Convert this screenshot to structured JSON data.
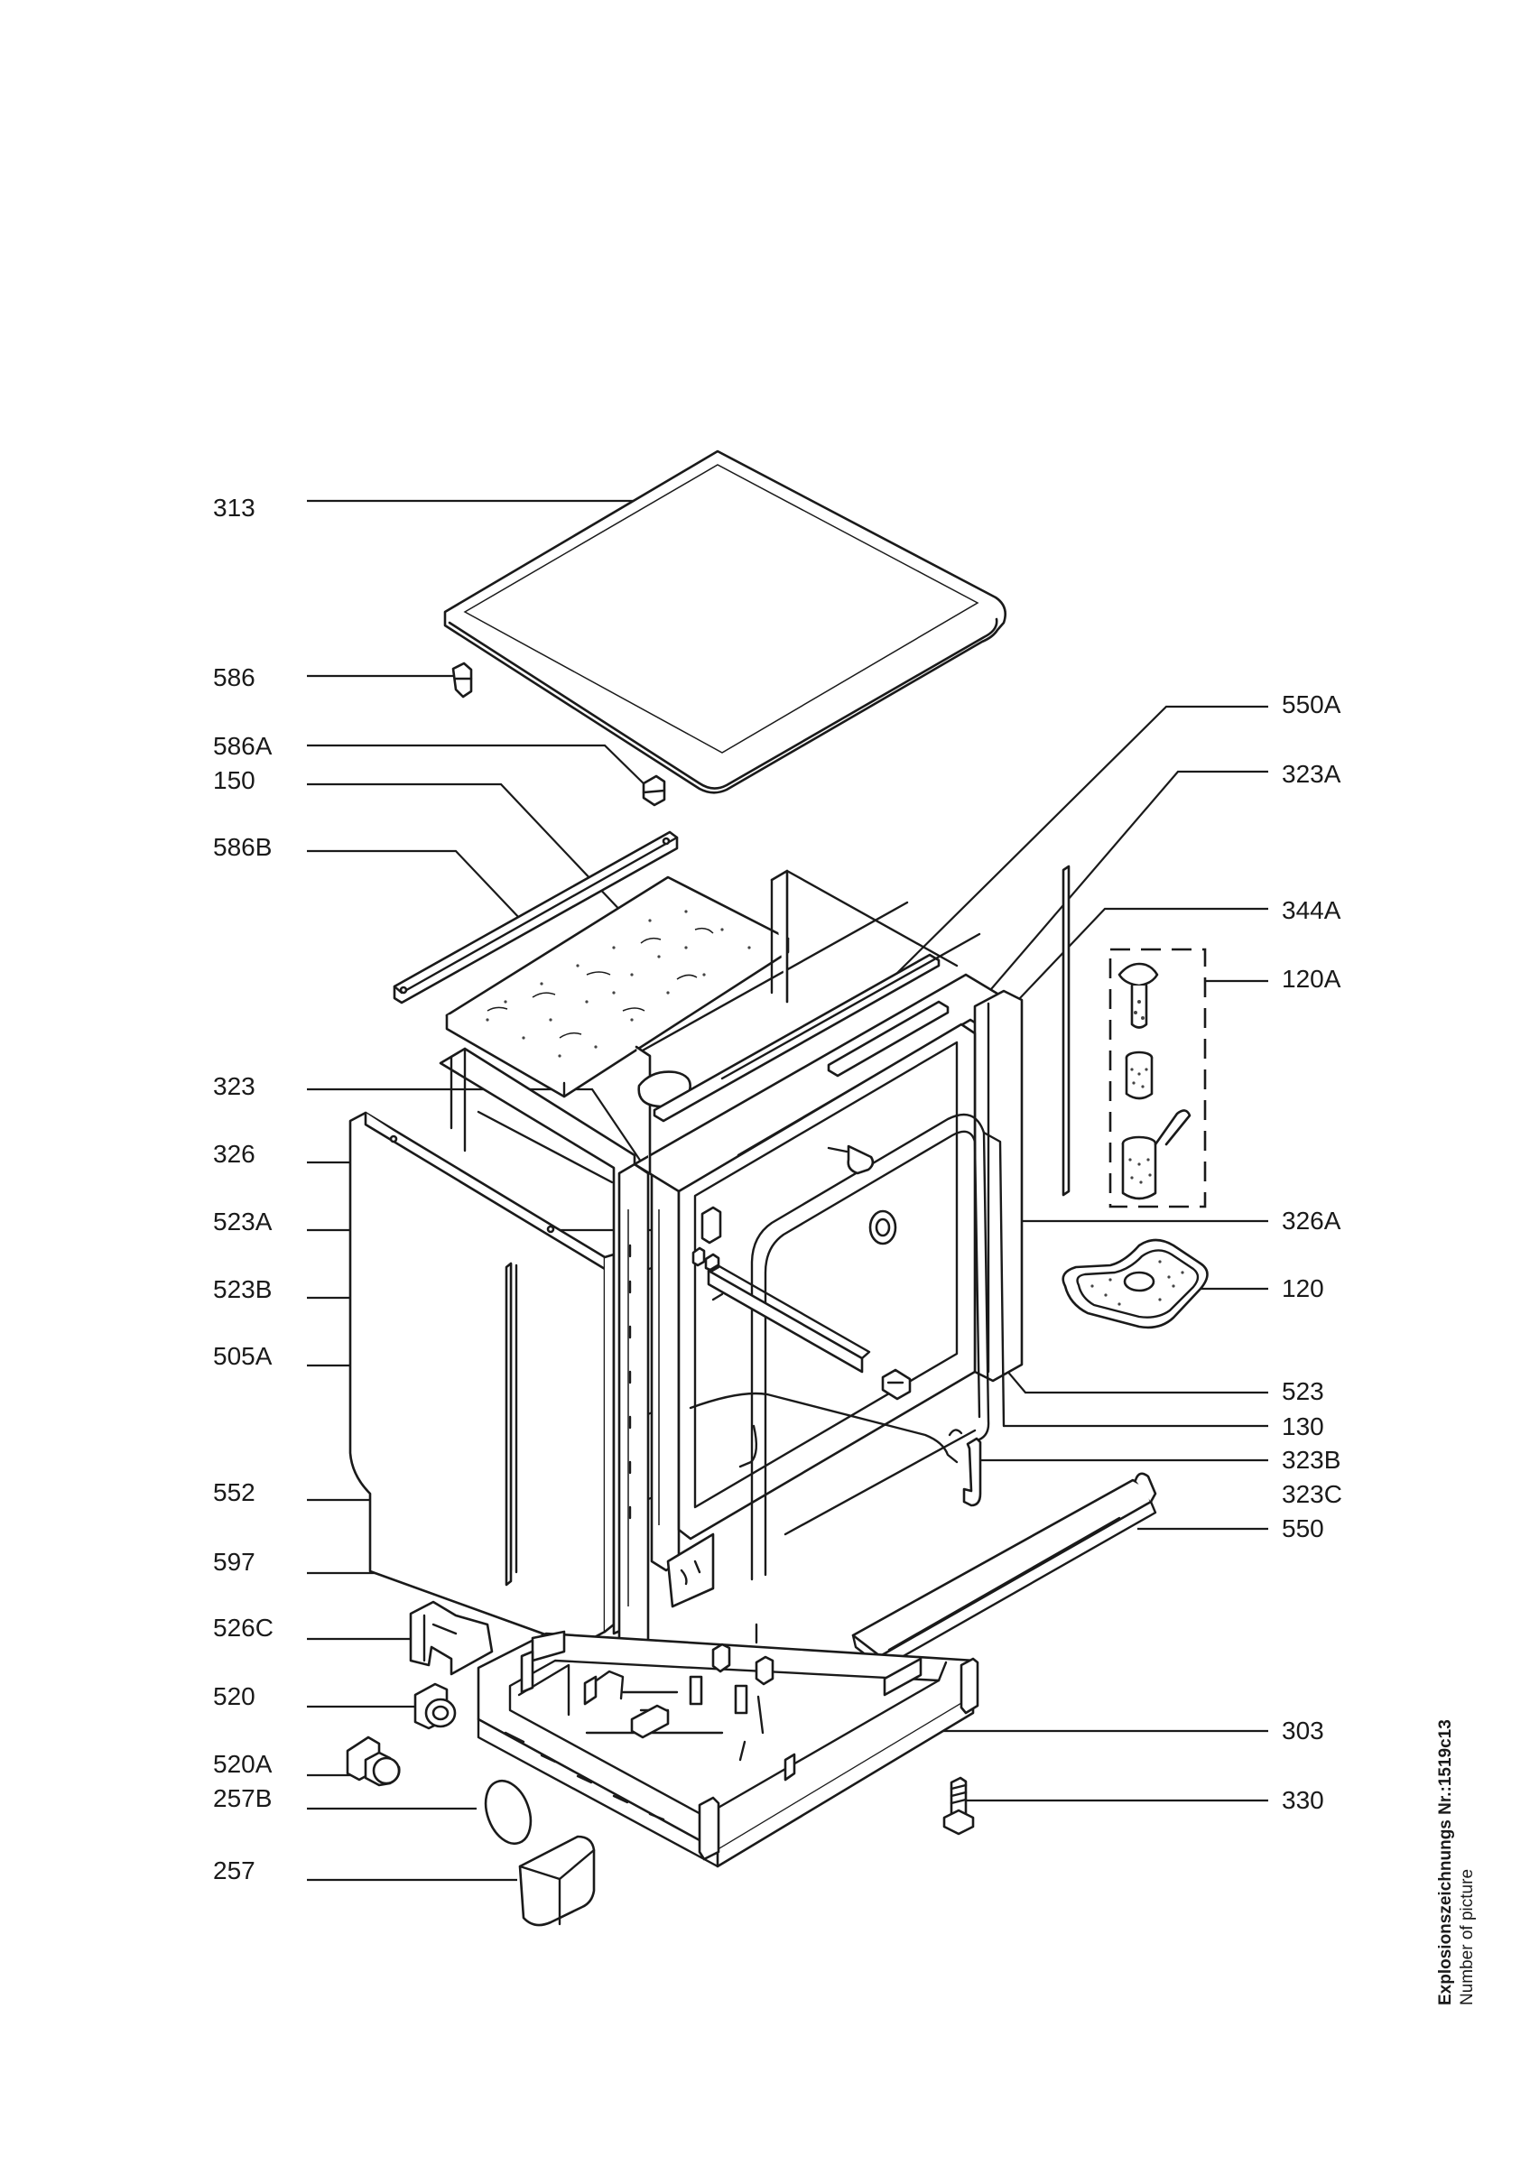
{
  "callouts": {
    "left": [
      "313",
      "586",
      "586A",
      "150",
      "586B",
      "323",
      "326",
      "523A",
      "523B",
      "505A",
      "552",
      "597",
      "526C",
      "520",
      "520A",
      "257B",
      "257"
    ],
    "right": [
      "550A",
      "323A",
      "344A",
      "120A",
      "326A",
      "120",
      "523",
      "130",
      "323B",
      "323C",
      "550",
      "303",
      "330"
    ]
  },
  "footer": {
    "drawing_number": "Explosionszeichnungs Nr.:1519c13",
    "picture_label": "Number of picture"
  }
}
